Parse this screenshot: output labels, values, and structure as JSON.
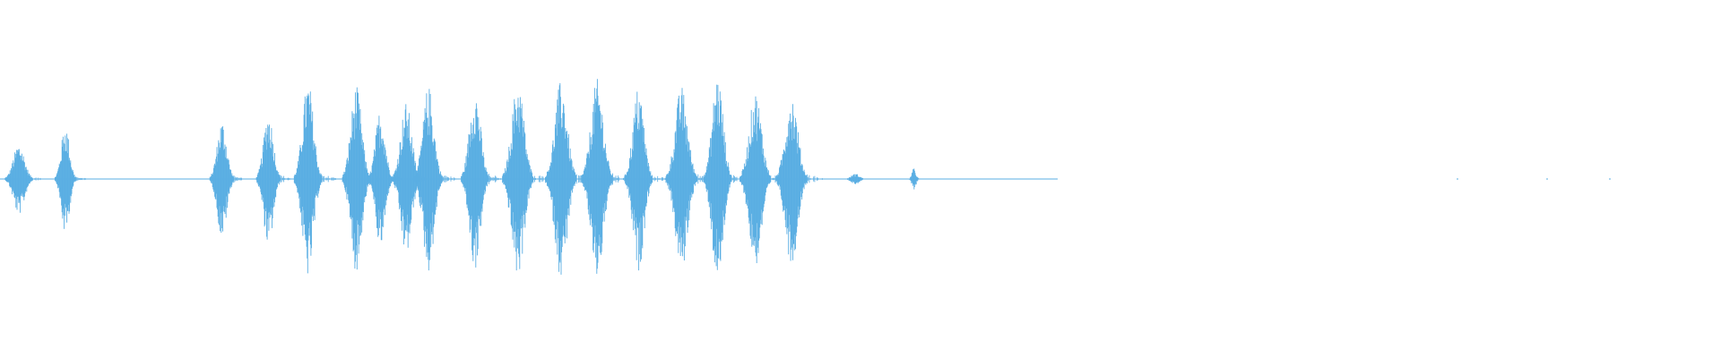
{
  "waveform": {
    "color": "#5aaee3",
    "time_unit": "fraction_of_width",
    "amplitude_unit": "fraction_of_full_scale",
    "baseline_noise": 0.004,
    "bursts": [
      {
        "t": 0.011,
        "amp": 0.2,
        "dur": 0.008
      },
      {
        "t": 0.038,
        "amp": 0.31,
        "dur": 0.006
      },
      {
        "t": 0.129,
        "amp": 0.33,
        "dur": 0.007
      },
      {
        "t": 0.156,
        "amp": 0.38,
        "dur": 0.007
      },
      {
        "t": 0.179,
        "amp": 0.55,
        "dur": 0.008
      },
      {
        "t": 0.207,
        "amp": 0.52,
        "dur": 0.008
      },
      {
        "t": 0.221,
        "amp": 0.39,
        "dur": 0.007
      },
      {
        "t": 0.236,
        "amp": 0.43,
        "dur": 0.008
      },
      {
        "t": 0.249,
        "amp": 0.52,
        "dur": 0.008
      },
      {
        "t": 0.276,
        "amp": 0.51,
        "dur": 0.008
      },
      {
        "t": 0.301,
        "amp": 0.55,
        "dur": 0.009
      },
      {
        "t": 0.326,
        "amp": 0.55,
        "dur": 0.009
      },
      {
        "t": 0.347,
        "amp": 0.56,
        "dur": 0.009
      },
      {
        "t": 0.371,
        "amp": 0.52,
        "dur": 0.008
      },
      {
        "t": 0.396,
        "amp": 0.52,
        "dur": 0.009
      },
      {
        "t": 0.417,
        "amp": 0.59,
        "dur": 0.008
      },
      {
        "t": 0.439,
        "amp": 0.49,
        "dur": 0.009
      },
      {
        "t": 0.46,
        "amp": 0.48,
        "dur": 0.009
      },
      {
        "t": 0.497,
        "amp": 0.03,
        "dur": 0.006
      },
      {
        "t": 0.531,
        "amp": 0.06,
        "dur": 0.003
      }
    ]
  }
}
